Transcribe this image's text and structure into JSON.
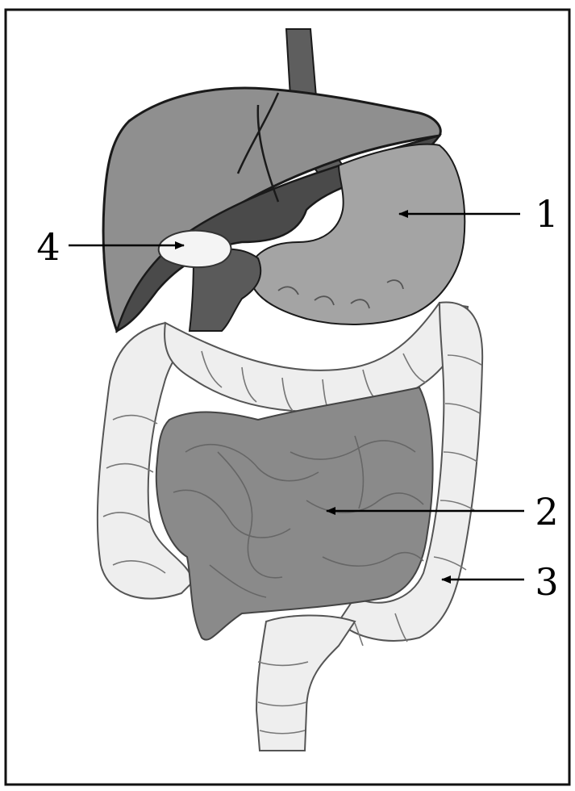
{
  "labels": [
    "1",
    "2",
    "3",
    "4"
  ],
  "colors": {
    "frame": "#111111",
    "liver": "#8f8f8f",
    "liver_dark": "#4a4a4a",
    "stomach": "#a4a4a4",
    "esophagus": "#5e5e5e",
    "small_intestine": "#8a8a8a",
    "large_intestine": "#eeeeee",
    "gallbladder": "#f4f4f4",
    "outline": "#1a1a1a",
    "arrow": "#000000"
  }
}
